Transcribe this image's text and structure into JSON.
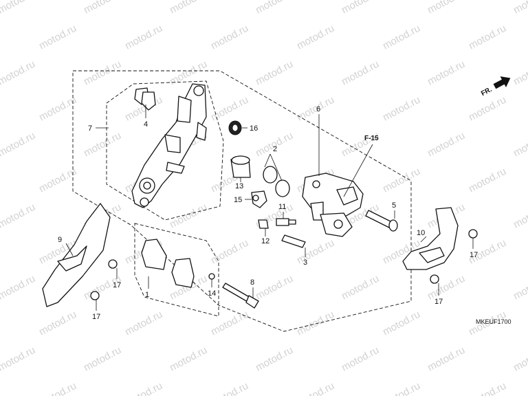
{
  "watermark": "motod.ru",
  "diagram_code": "MKEUF1700",
  "front_indicator": "FR.",
  "ref_label": "F-15",
  "callouts": {
    "c1": "1",
    "c2": "2",
    "c3": "3",
    "c4": "4",
    "c5": "5",
    "c6": "6",
    "c7": "7",
    "c8": "8",
    "c9": "9",
    "c10": "10",
    "c11": "11",
    "c12": "12",
    "c13": "13",
    "c14": "14",
    "c15": "15",
    "c16": "16",
    "c17a": "17",
    "c17b": "17",
    "c17c": "17",
    "c17d": "17"
  }
}
